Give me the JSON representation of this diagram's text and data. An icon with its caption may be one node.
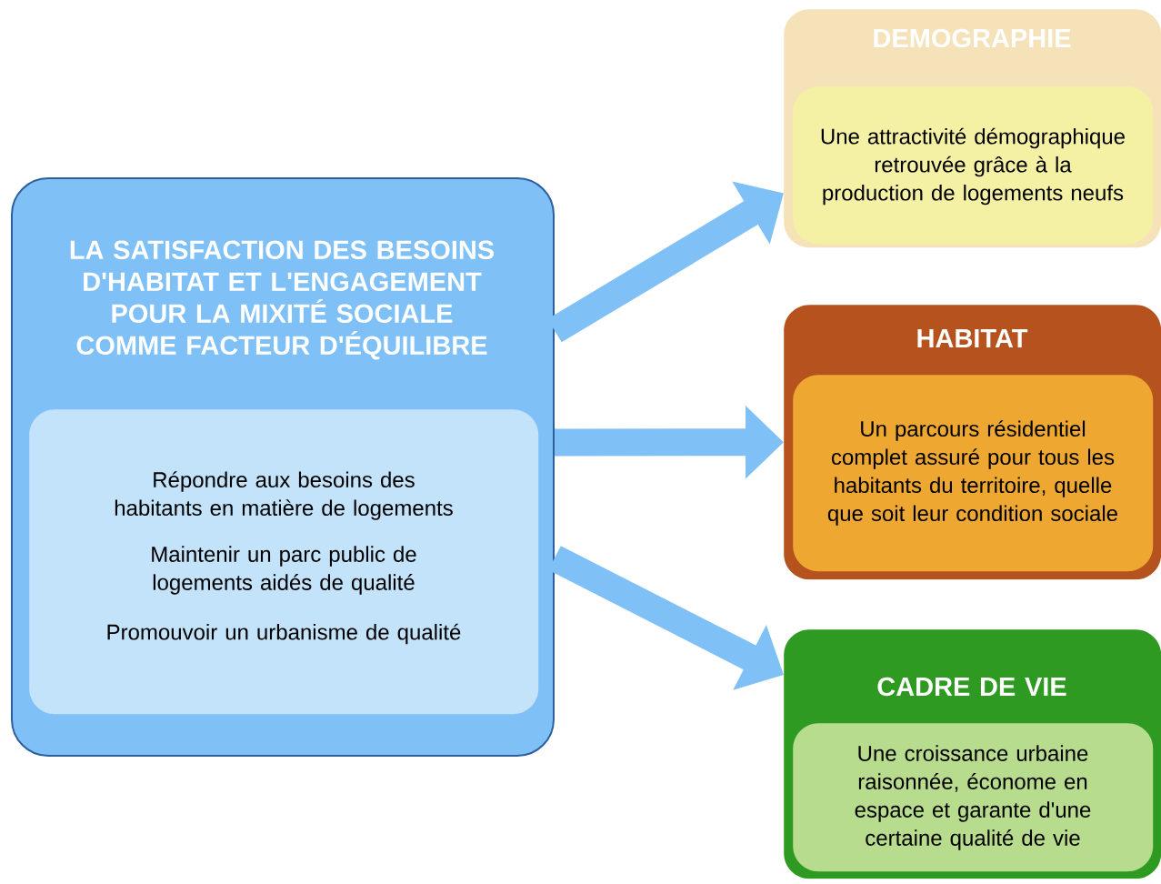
{
  "diagram": {
    "nodes": [
      {
        "text": [
          "LA SATISFACTION DES BESOINS D'HABITAT ET L'ENGAGEMENT POUR LA MIXITÉ SOCIALE COMME FACTEUR D'ÉQUILIBRE"
        ]
      },
      {
        "text": [
          "Répondre aux besoins des habitants en matière de logements",
          "Maintenir un parc public de logements aidés de qualité",
          "Promouvoir un urbanisme de qualité"
        ],
        "in": 0
      },
      {
        "text": [
          "DEMOGRAPHIE"
        ]
      },
      {
        "text": [
          "Une attractivité démographique retrouvée grâce à la production de logements neufs"
        ],
        "in": 2
      },
      {
        "text": [
          "HABITAT"
        ]
      },
      {
        "text": [
          "Un parcours résidentiel complet assuré pour tous les habitants du territoire, quelle que soit leur condition sociale"
        ],
        "in": 4
      },
      {
        "text": [
          "CADRE DE VIE"
        ]
      },
      {
        "text": [
          "Une croissance urbaine raisonnée, économe en espace et garante d'une certaine qualité de vie"
        ],
        "in": 6
      }
    ],
    "edges": [
      {
        "from": 0,
        "to": 2,
        "arrow": "to"
      },
      {
        "from": 0,
        "to": 4,
        "arrow": "to"
      },
      {
        "from": 0,
        "to": 6,
        "arrow": "to"
      }
    ]
  }
}
